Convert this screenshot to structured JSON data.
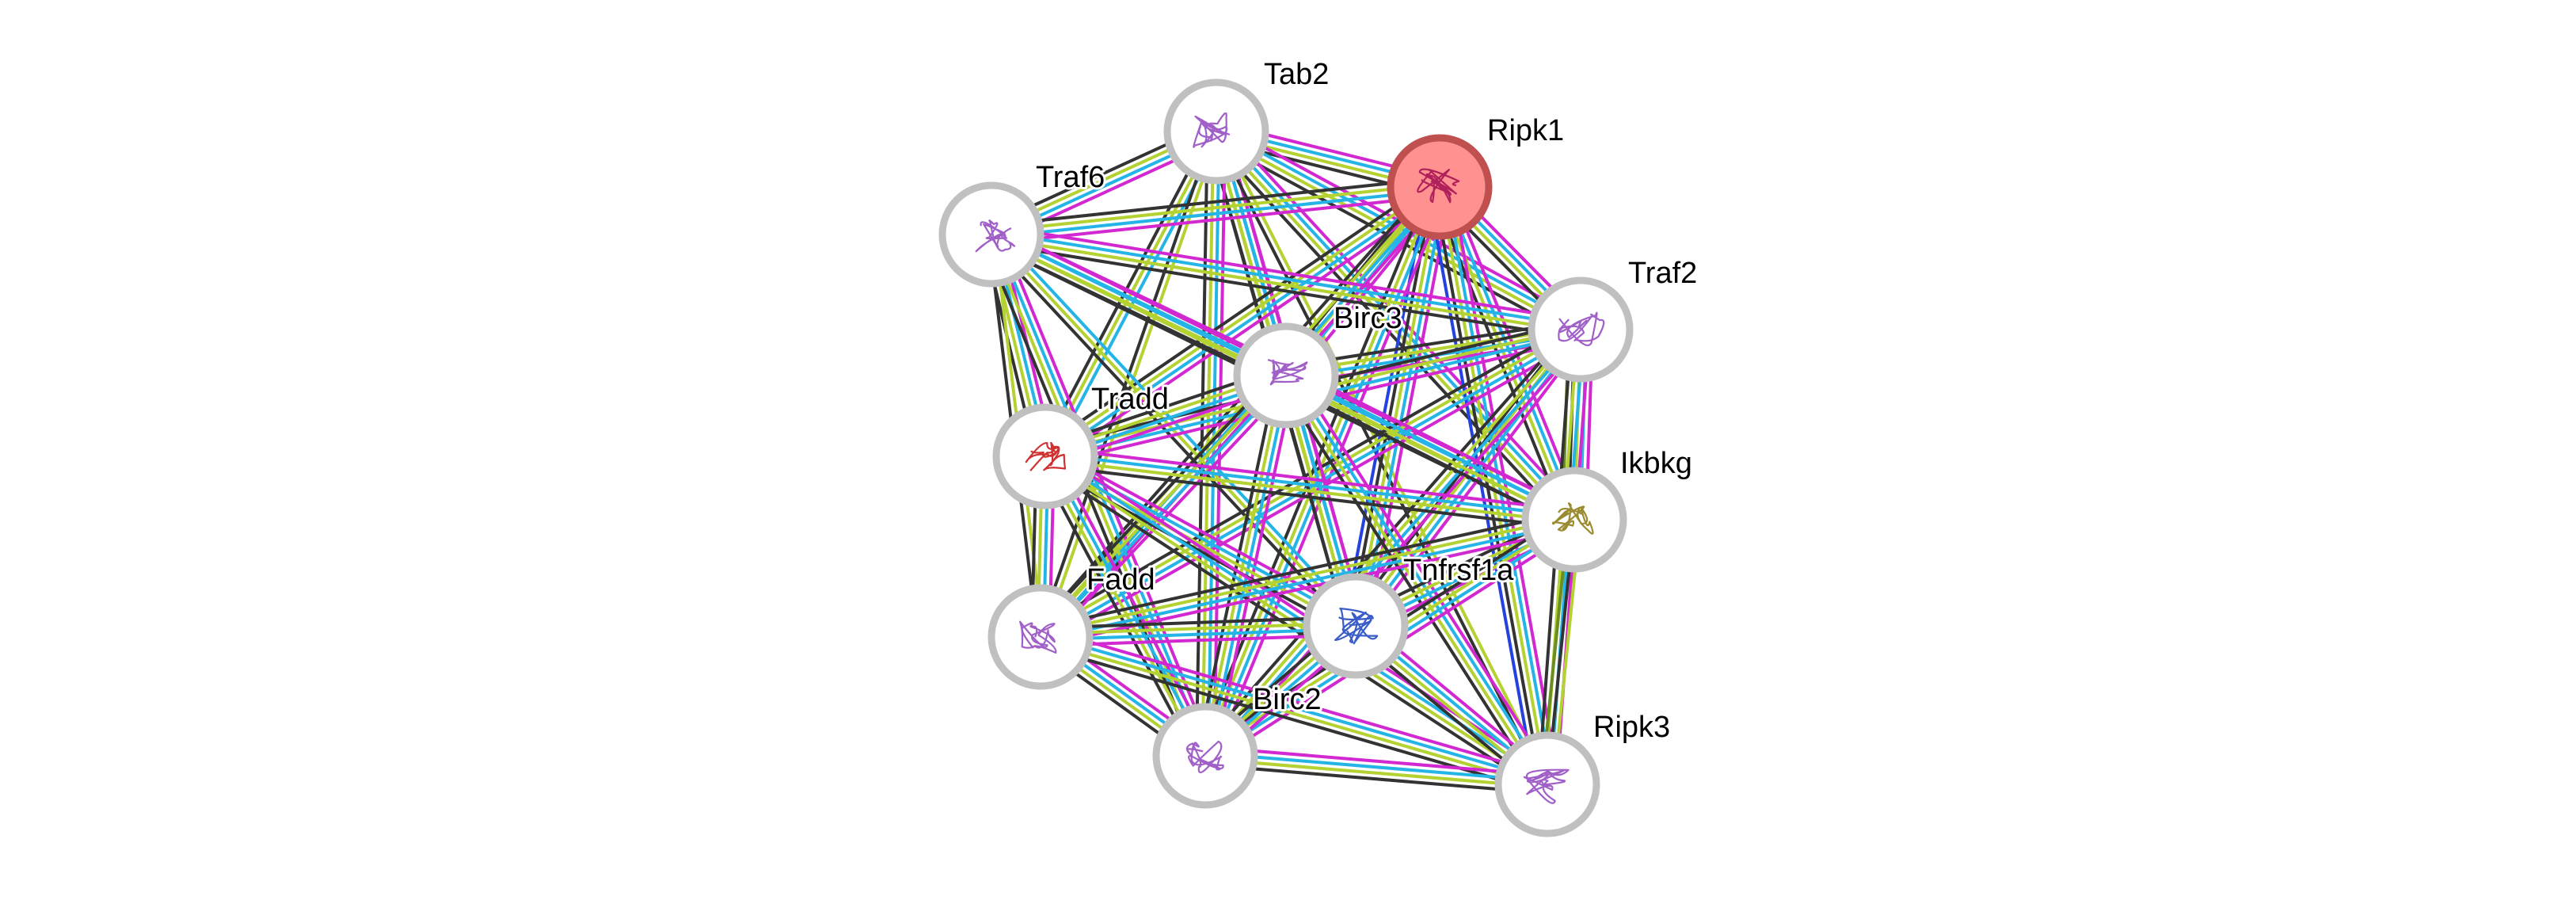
{
  "nodes": [
    {
      "id": "tab2",
      "label": "Tab2",
      "query": false
    },
    {
      "id": "ripk1",
      "label": "Ripk1",
      "query": true
    },
    {
      "id": "traf6",
      "label": "Traf6",
      "query": false
    },
    {
      "id": "traf2",
      "label": "Traf2",
      "query": false
    },
    {
      "id": "birc3",
      "label": "Birc3",
      "query": false
    },
    {
      "id": "tradd",
      "label": "Tradd",
      "query": false
    },
    {
      "id": "ikbkg",
      "label": "Ikbkg",
      "query": false
    },
    {
      "id": "tnfrsf1a",
      "label": "Tnfrsf1a",
      "query": false
    },
    {
      "id": "fadd",
      "label": "Fadd",
      "query": false
    },
    {
      "id": "birc2",
      "label": "Birc2",
      "query": false
    },
    {
      "id": "ripk3",
      "label": "Ripk3",
      "query": false
    }
  ],
  "evidence_colors": {
    "experiments": "#d228d2",
    "databases": "#25b4e6",
    "textmining": "#b4d232",
    "coexpression": "#333333",
    "gene_fusion": "#2342e0",
    "neighborhood": "#6b8e23"
  },
  "node_style": {
    "ring_color": "#c0c0c0",
    "fill_color": "#ffffff",
    "query_fill_color": "#ff9191",
    "query_ring_color": "#c05050"
  },
  "edges": [
    {
      "a": "tab2",
      "b": "ripk1",
      "ev": [
        "experiments",
        "databases",
        "textmining",
        "coexpression"
      ]
    },
    {
      "a": "tab2",
      "b": "traf6",
      "ev": [
        "experiments",
        "databases",
        "textmining",
        "coexpression"
      ]
    },
    {
      "a": "tab2",
      "b": "traf2",
      "ev": [
        "experiments",
        "databases",
        "textmining",
        "coexpression"
      ]
    },
    {
      "a": "tab2",
      "b": "birc3",
      "ev": [
        "experiments",
        "databases",
        "textmining",
        "coexpression"
      ]
    },
    {
      "a": "tab2",
      "b": "tradd",
      "ev": [
        "databases",
        "textmining",
        "coexpression"
      ]
    },
    {
      "a": "tab2",
      "b": "ikbkg",
      "ev": [
        "experiments",
        "databases",
        "textmining",
        "coexpression"
      ]
    },
    {
      "a": "tab2",
      "b": "tnfrsf1a",
      "ev": [
        "experiments",
        "databases",
        "textmining",
        "coexpression"
      ]
    },
    {
      "a": "tab2",
      "b": "fadd",
      "ev": [
        "textmining",
        "coexpression"
      ]
    },
    {
      "a": "tab2",
      "b": "birc2",
      "ev": [
        "experiments",
        "databases",
        "textmining",
        "coexpression"
      ]
    },
    {
      "a": "tab2",
      "b": "ripk3",
      "ev": [
        "textmining",
        "coexpression"
      ]
    },
    {
      "a": "ripk1",
      "b": "traf6",
      "ev": [
        "experiments",
        "databases",
        "textmining",
        "coexpression"
      ]
    },
    {
      "a": "ripk1",
      "b": "traf2",
      "ev": [
        "experiments",
        "databases",
        "textmining",
        "coexpression"
      ]
    },
    {
      "a": "ripk1",
      "b": "birc3",
      "ev": [
        "experiments",
        "databases",
        "textmining",
        "coexpression"
      ]
    },
    {
      "a": "ripk1",
      "b": "tradd",
      "ev": [
        "experiments",
        "databases",
        "textmining",
        "coexpression"
      ]
    },
    {
      "a": "ripk1",
      "b": "ikbkg",
      "ev": [
        "experiments",
        "databases",
        "textmining",
        "coexpression"
      ]
    },
    {
      "a": "ripk1",
      "b": "tnfrsf1a",
      "ev": [
        "experiments",
        "databases",
        "textmining",
        "coexpression",
        "gene_fusion"
      ]
    },
    {
      "a": "ripk1",
      "b": "fadd",
      "ev": [
        "experiments",
        "databases",
        "textmining",
        "coexpression"
      ]
    },
    {
      "a": "ripk1",
      "b": "birc2",
      "ev": [
        "experiments",
        "databases",
        "textmining",
        "coexpression"
      ]
    },
    {
      "a": "ripk1",
      "b": "ripk3",
      "ev": [
        "experiments",
        "databases",
        "textmining",
        "coexpression",
        "gene_fusion"
      ]
    },
    {
      "a": "traf6",
      "b": "traf2",
      "ev": [
        "experiments",
        "databases",
        "textmining",
        "coexpression"
      ]
    },
    {
      "a": "traf6",
      "b": "birc3",
      "ev": [
        "experiments",
        "databases",
        "textmining",
        "coexpression"
      ]
    },
    {
      "a": "traf6",
      "b": "tradd",
      "ev": [
        "experiments",
        "databases",
        "textmining",
        "coexpression"
      ]
    },
    {
      "a": "traf6",
      "b": "ikbkg",
      "ev": [
        "experiments",
        "databases",
        "textmining",
        "coexpression"
      ]
    },
    {
      "a": "traf6",
      "b": "tnfrsf1a",
      "ev": [
        "databases",
        "textmining",
        "coexpression"
      ]
    },
    {
      "a": "traf6",
      "b": "fadd",
      "ev": [
        "textmining",
        "coexpression"
      ]
    },
    {
      "a": "traf6",
      "b": "birc2",
      "ev": [
        "experiments",
        "databases",
        "textmining",
        "coexpression"
      ]
    },
    {
      "a": "traf2",
      "b": "birc3",
      "ev": [
        "experiments",
        "databases",
        "textmining",
        "coexpression"
      ]
    },
    {
      "a": "traf2",
      "b": "tradd",
      "ev": [
        "experiments",
        "databases",
        "textmining",
        "coexpression"
      ]
    },
    {
      "a": "traf2",
      "b": "ikbkg",
      "ev": [
        "experiments",
        "databases",
        "textmining",
        "coexpression",
        "neighborhood"
      ]
    },
    {
      "a": "traf2",
      "b": "tnfrsf1a",
      "ev": [
        "experiments",
        "databases",
        "textmining",
        "coexpression"
      ]
    },
    {
      "a": "traf2",
      "b": "fadd",
      "ev": [
        "experiments",
        "databases",
        "textmining",
        "coexpression"
      ]
    },
    {
      "a": "traf2",
      "b": "birc2",
      "ev": [
        "experiments",
        "databases",
        "textmining",
        "coexpression"
      ]
    },
    {
      "a": "traf2",
      "b": "ripk3",
      "ev": [
        "experiments",
        "databases",
        "textmining",
        "coexpression"
      ]
    },
    {
      "a": "birc3",
      "b": "tradd",
      "ev": [
        "experiments",
        "databases",
        "textmining",
        "coexpression"
      ]
    },
    {
      "a": "birc3",
      "b": "ikbkg",
      "ev": [
        "experiments",
        "databases",
        "textmining",
        "coexpression"
      ]
    },
    {
      "a": "birc3",
      "b": "tnfrsf1a",
      "ev": [
        "experiments",
        "databases",
        "textmining",
        "coexpression"
      ]
    },
    {
      "a": "birc3",
      "b": "fadd",
      "ev": [
        "experiments",
        "databases",
        "textmining",
        "coexpression"
      ]
    },
    {
      "a": "birc3",
      "b": "birc2",
      "ev": [
        "experiments",
        "databases",
        "textmining",
        "coexpression"
      ]
    },
    {
      "a": "birc3",
      "b": "ripk3",
      "ev": [
        "experiments",
        "databases",
        "textmining",
        "coexpression"
      ]
    },
    {
      "a": "tradd",
      "b": "ikbkg",
      "ev": [
        "experiments",
        "databases",
        "textmining",
        "coexpression"
      ]
    },
    {
      "a": "tradd",
      "b": "tnfrsf1a",
      "ev": [
        "experiments",
        "databases",
        "textmining",
        "coexpression"
      ]
    },
    {
      "a": "tradd",
      "b": "fadd",
      "ev": [
        "experiments",
        "databases",
        "textmining",
        "coexpression"
      ]
    },
    {
      "a": "tradd",
      "b": "birc2",
      "ev": [
        "experiments",
        "databases",
        "textmining",
        "coexpression"
      ]
    },
    {
      "a": "tradd",
      "b": "ripk3",
      "ev": [
        "experiments",
        "databases",
        "textmining",
        "coexpression"
      ]
    },
    {
      "a": "ikbkg",
      "b": "tnfrsf1a",
      "ev": [
        "experiments",
        "databases",
        "textmining",
        "coexpression"
      ]
    },
    {
      "a": "ikbkg",
      "b": "fadd",
      "ev": [
        "experiments",
        "databases",
        "textmining",
        "coexpression"
      ]
    },
    {
      "a": "ikbkg",
      "b": "birc2",
      "ev": [
        "experiments",
        "databases",
        "textmining",
        "coexpression"
      ]
    },
    {
      "a": "ikbkg",
      "b": "ripk3",
      "ev": [
        "textmining",
        "coexpression",
        "neighborhood"
      ]
    },
    {
      "a": "tnfrsf1a",
      "b": "fadd",
      "ev": [
        "experiments",
        "databases",
        "textmining",
        "coexpression"
      ]
    },
    {
      "a": "tnfrsf1a",
      "b": "birc2",
      "ev": [
        "experiments",
        "databases",
        "textmining",
        "coexpression"
      ]
    },
    {
      "a": "tnfrsf1a",
      "b": "ripk3",
      "ev": [
        "experiments",
        "databases",
        "textmining",
        "coexpression"
      ]
    },
    {
      "a": "fadd",
      "b": "birc2",
      "ev": [
        "experiments",
        "databases",
        "textmining",
        "coexpression"
      ]
    },
    {
      "a": "fadd",
      "b": "ripk3",
      "ev": [
        "experiments",
        "databases",
        "textmining",
        "coexpression"
      ]
    },
    {
      "a": "birc2",
      "b": "ripk3",
      "ev": [
        "experiments",
        "databases",
        "textmining",
        "coexpression"
      ]
    }
  ]
}
